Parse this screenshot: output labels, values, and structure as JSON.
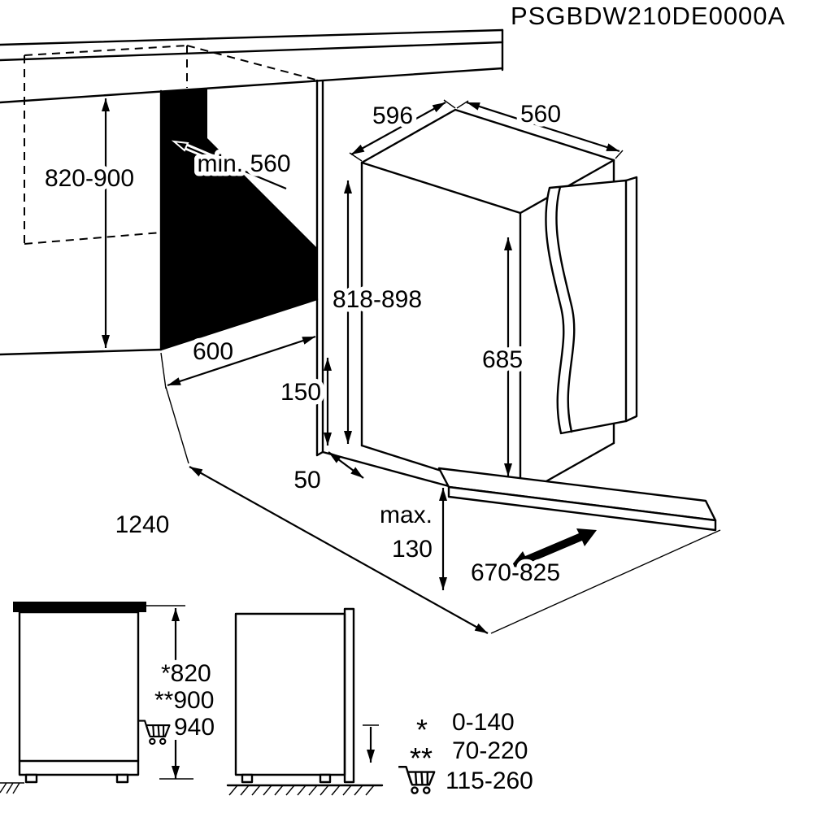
{
  "meta": {
    "model_code": "PSGBDW210DE0000A"
  },
  "colors": {
    "line": "#000000",
    "background": "#ffffff",
    "shadow_fill": "#000000"
  },
  "main_diagram": {
    "dims": {
      "niche_height": "820-900",
      "niche_min_depth": "min. 560",
      "niche_width": "600",
      "appliance_width": "596",
      "appliance_depth": "560",
      "appliance_height": "818-898",
      "furniture_door_height": "685",
      "plinth_height": "150",
      "side_gap": "50",
      "total_depth_door_open": "1240",
      "plinth_recess_max_label": "max.",
      "plinth_recess_max_value": "130",
      "furniture_door_width": "670-825"
    }
  },
  "side_views": {
    "heights": {
      "star": "*820",
      "double_star": "**900",
      "cart": "940"
    }
  },
  "legend": {
    "rows": [
      {
        "symbol": "*",
        "value": "0-140"
      },
      {
        "symbol": "**",
        "value": "70-220"
      },
      {
        "symbol": "cart-icon",
        "value": "115-260"
      }
    ]
  }
}
